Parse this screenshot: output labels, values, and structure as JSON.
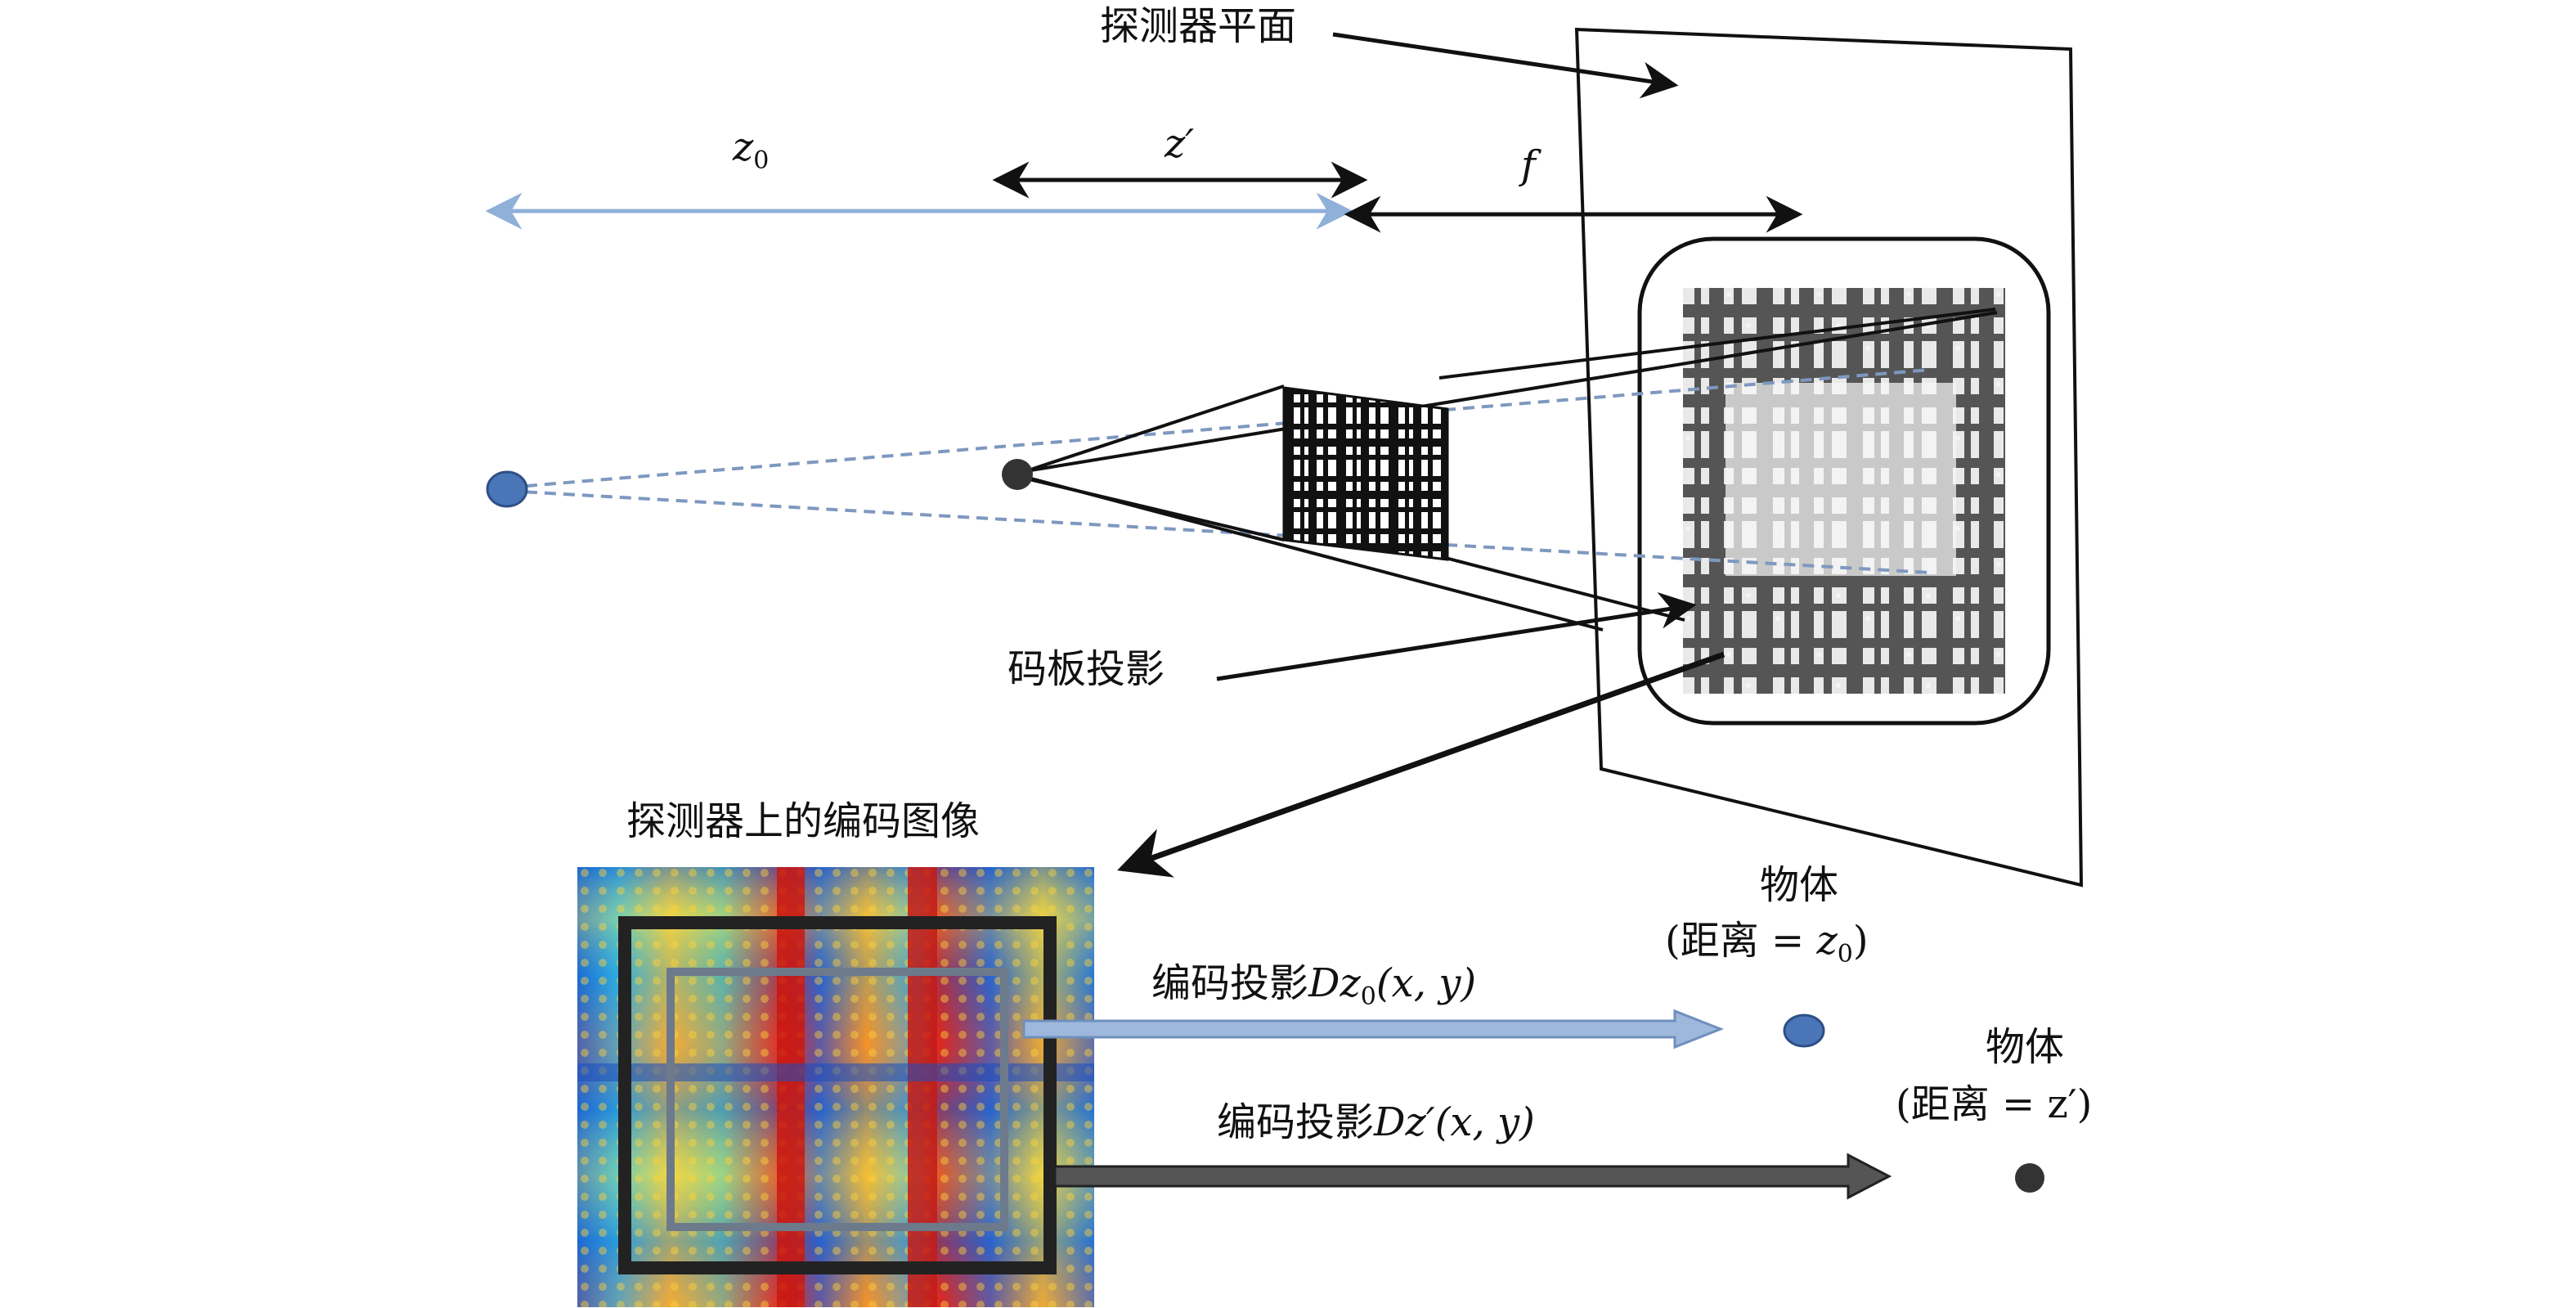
{
  "labels": {
    "detector_plane": "探测器平面",
    "mask_projection": "码板投影",
    "coded_image_title": "探测器上的编码图像",
    "dist_z0_var": "z",
    "dist_z0_sub": "0",
    "dist_zprime": "z′",
    "dist_f": "f"
  },
  "object_near": {
    "title": "物体",
    "dist_prefix": "(距离 = ",
    "dist_var": "z",
    "dist_sub": "0",
    "dist_suffix": ")"
  },
  "object_far": {
    "title": "物体",
    "dist_text": "(距离 = z′)"
  },
  "projection_z0": {
    "prefix": "编码投影",
    "var": "Dz",
    "sub": "0",
    "args": "(x, y)"
  },
  "projection_zprime": {
    "prefix": "编码投影",
    "var": "Dz′",
    "args": "(x, y)"
  },
  "colors": {
    "blue_object": "#4a76b8",
    "dark_object": "#333333",
    "blue_arrow": "#9db8dc",
    "dark_arrow": "#555555",
    "z0_line": "#8fb0d8"
  }
}
